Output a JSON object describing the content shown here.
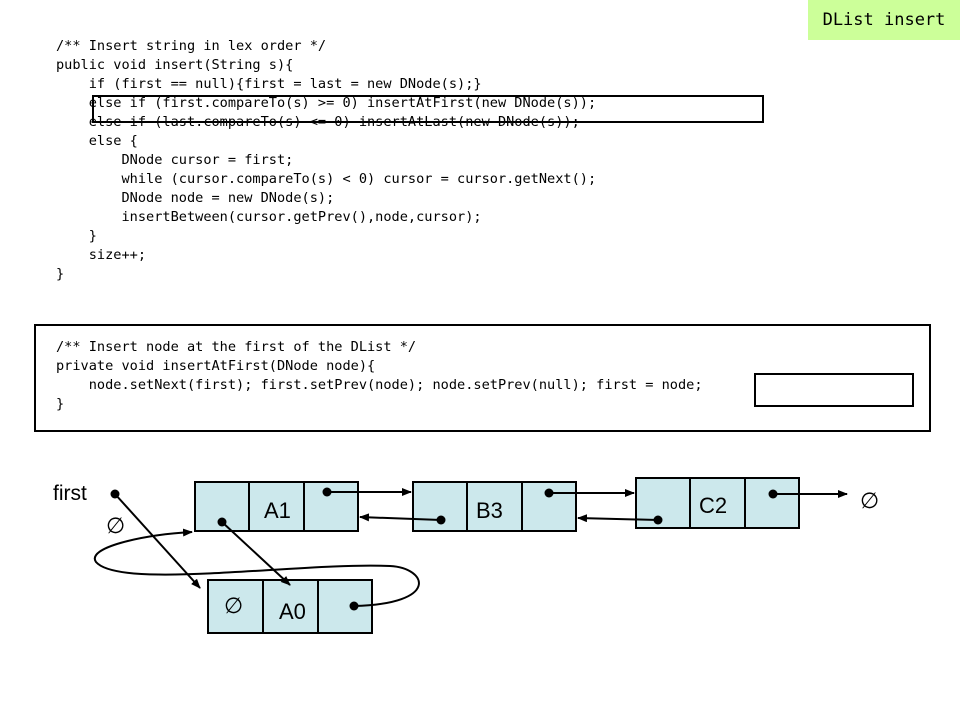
{
  "title_badge": "DList insert",
  "code_block_1": [
    "/** Insert string in lex order */",
    "public void insert(String s){",
    "    if (first == null){first = last = new DNode(s);}",
    "    else if (first.compareTo(s) >= 0) insertAtFirst(new DNode(s));",
    "    else if (last.compareTo(s) <= 0) insertAtLast(new DNode(s));",
    "    else {",
    "        DNode cursor = first;",
    "        while (cursor.compareTo(s) < 0) cursor = cursor.getNext();",
    "        DNode node = new DNode(s);",
    "        insertBetween(cursor.getPrev(),node,cursor);",
    "    }",
    "    size++;",
    "}"
  ],
  "code_block_2": [
    "/** Insert node at the first of the DList */",
    "private void insertAtFirst(DNode node){",
    "    node.setNext(first); first.setPrev(node); node.setPrev(null); first = node;",
    "}"
  ],
  "diagram": {
    "first_label": "first",
    "null_symbol": "∅",
    "nodes": [
      {
        "label": "A1"
      },
      {
        "label": "B3"
      },
      {
        "label": "C2"
      },
      {
        "label": "A0"
      }
    ],
    "colors": {
      "node_fill": "#cce8ec",
      "stroke": "#000000",
      "badge": "#ccff99"
    }
  }
}
